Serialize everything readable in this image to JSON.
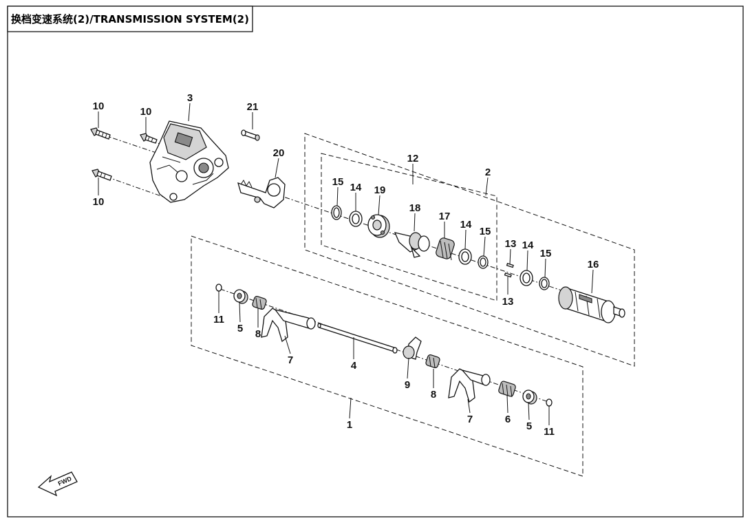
{
  "title": "换档变速系统(2)/TRANSMISSION SYSTEM(2)",
  "fwd_label": "FWD",
  "callouts": {
    "c10a": "10",
    "c10b": "10",
    "c10c": "10",
    "c3": "3",
    "c21": "21",
    "c20": "20",
    "c12": "12",
    "c2": "2",
    "c15a": "15",
    "c14a": "14",
    "c19": "19",
    "c18": "18",
    "c17": "17",
    "c14b": "14",
    "c15b": "15",
    "c13a": "13",
    "c13b": "13",
    "c14c": "14",
    "c15c": "15",
    "c16": "16",
    "c11a": "11",
    "c5a": "5",
    "c8a": "8",
    "c7a": "7",
    "c4": "4",
    "c9": "9",
    "c8b": "8",
    "c7b": "7",
    "c6": "6",
    "c5b": "5",
    "c11b": "11",
    "c1": "1"
  }
}
